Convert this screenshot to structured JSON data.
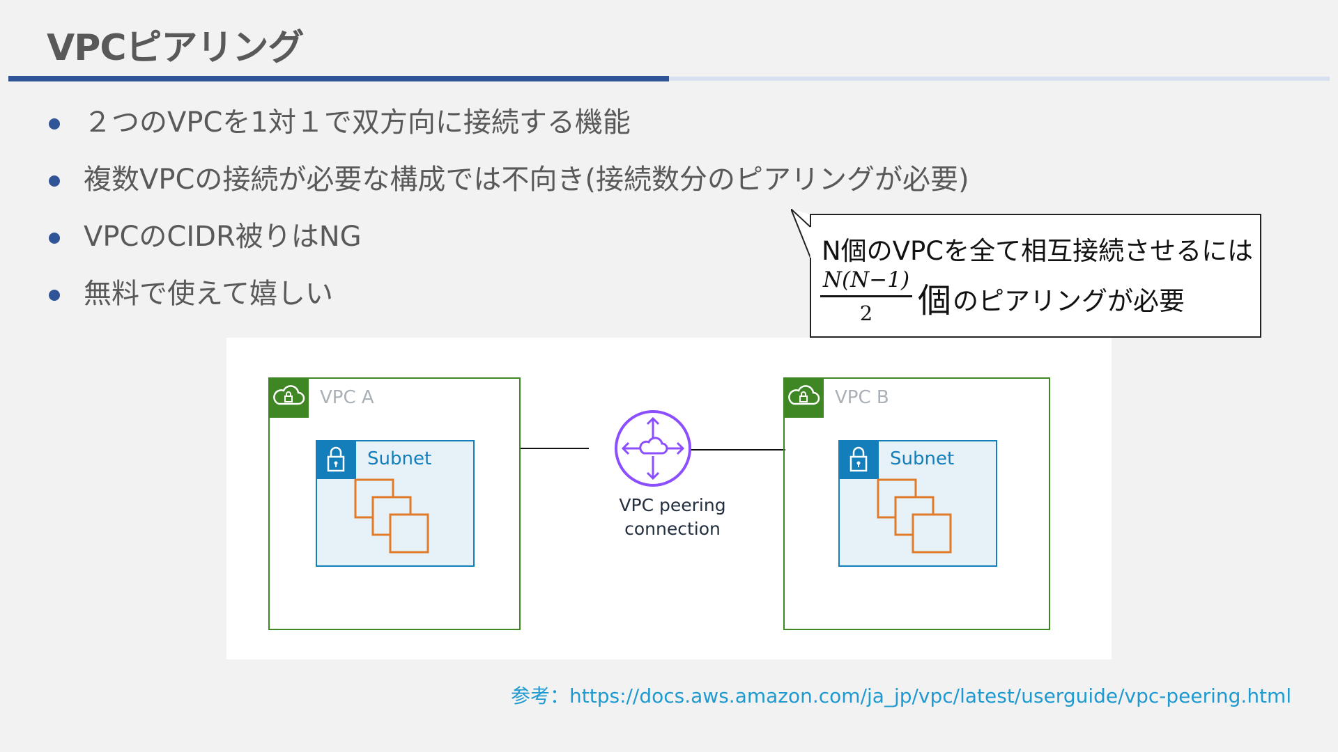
{
  "slide": {
    "title": "VPCピアリング",
    "bullets": [
      "２つのVPCを1対１で双方向に接続する機能",
      "複数VPCの接続が必要な構成では不向き(接続数分のピアリングが必要)",
      "VPCのCIDR被りはNG",
      "無料で使えて嬉しい"
    ],
    "callout": {
      "line1": "N個のVPCを全て相互接続させるには",
      "fraction_numerator": "N(N−1)",
      "fraction_denominator": "2",
      "big_char": "個",
      "line2_rest": "のピアリングが必要"
    },
    "diagram": {
      "vpc_a_label": "VPC A",
      "vpc_b_label": "VPC B",
      "subnet_label": "Subnet",
      "peering_label_line1": "VPC peering",
      "peering_label_line2": "connection",
      "icons": [
        "vpc-cloud-lock-icon",
        "subnet-lock-icon",
        "ec2-instances-icon",
        "peering-connection-icon"
      ],
      "colors": {
        "vpc": "#3f8624",
        "subnet": "#147eba",
        "instance": "#e07b2a",
        "peering": "#8c4fff"
      }
    },
    "reference": "参考：https://docs.aws.amazon.com/ja_jp/vpc/latest/userguide/vpc-peering.html",
    "colors": {
      "accent": "#2f5597",
      "text": "#595959",
      "link": "#1f9ad0"
    }
  }
}
